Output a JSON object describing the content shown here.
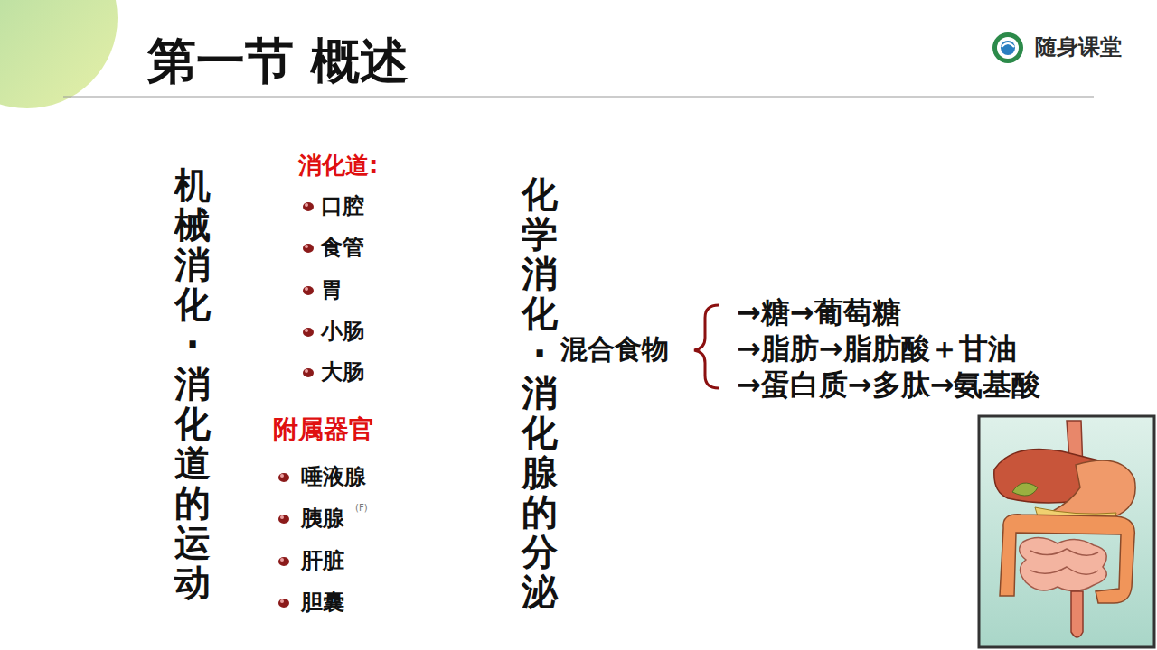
{
  "diagram": {
    "title": "第一节 概述",
    "labels": [
      "随身课堂",
      "机械消化·消化道的运动",
      "消化道:",
      "口腔",
      "食管",
      "胃",
      "小肠",
      "大肠",
      "附属器官",
      "唾液腺",
      "胰腺",
      "(F)",
      "肝脏",
      "胆囊",
      "化学消化·消化腺的分泌",
      "混合食物",
      "→糖→葡萄糖",
      "→脂肪→脂肪酸＋甘油",
      "→蛋白质→多肽→氨基酸"
    ]
  }
}
